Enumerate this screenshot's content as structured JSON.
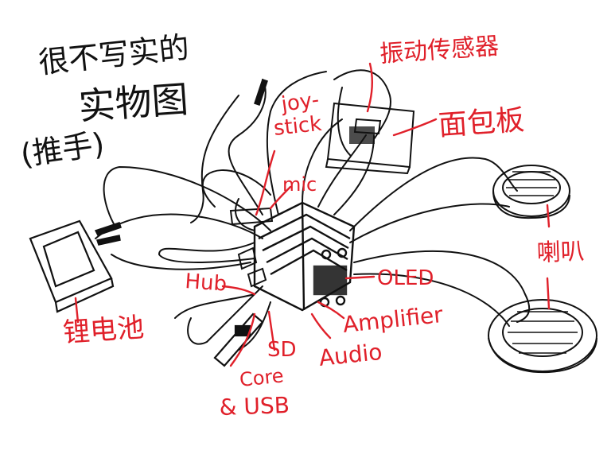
{
  "colors": {
    "ink": "#111111",
    "annotation": "#e0202a",
    "background": "#ffffff"
  },
  "title": {
    "line1": "很不写实的",
    "line2": "实物图",
    "line3": "(推手)"
  },
  "labels": {
    "vibration_sensor": "振动传感器",
    "joystick_1": "joy-",
    "joystick_2": "stick",
    "breadboard": "面包板",
    "mic": "mic",
    "speaker": "喇叭",
    "hub": "Hub",
    "oled": "OLED",
    "amplifier": "Amplifier",
    "audio": "Audio",
    "sd": "SD",
    "core_1": "Core",
    "core_2": "& USB",
    "battery": "锂电池"
  }
}
